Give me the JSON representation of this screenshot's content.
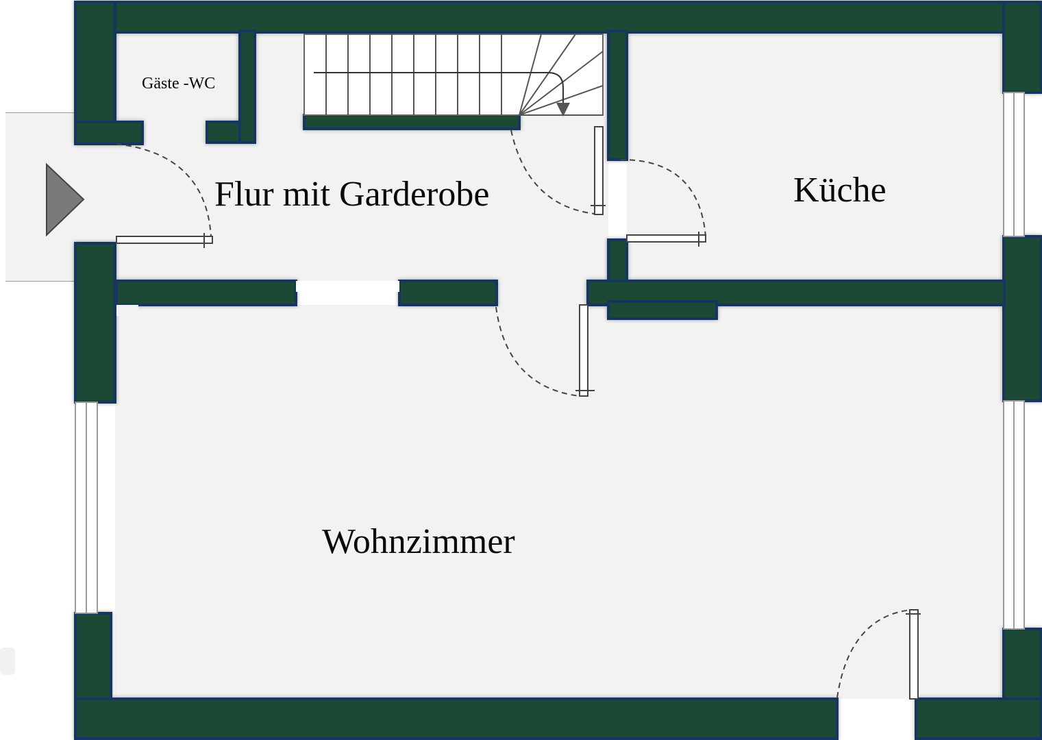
{
  "floor_plan": {
    "rooms": {
      "guest_wc": "Gäste -WC",
      "hallway": "Flur mit Garderobe",
      "kitchen": "Küche",
      "living_room": "Wohnzimmer"
    },
    "colors": {
      "wall": "#1d4a36",
      "wall_edge": "#16365f",
      "floor": "#f2f2f2",
      "background": "#ffffff",
      "entrance_arrow": "#7a7a7a"
    },
    "icons": {
      "entrance": "entrance-arrow-icon",
      "stairs_direction": "stairs-arrow-icon"
    }
  }
}
